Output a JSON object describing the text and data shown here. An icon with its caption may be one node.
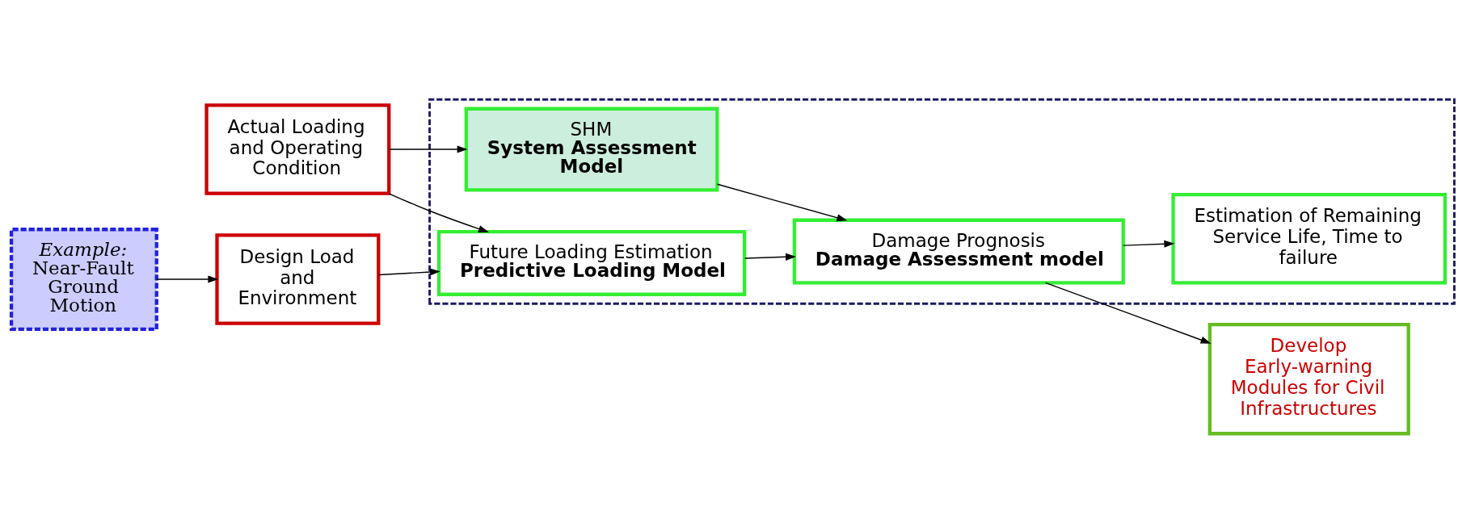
{
  "diagram": {
    "nodes": [
      {
        "text": [
          "Actual Loading and Operating Condition"
        ]
      },
      {
        "text": [],
        "shape": "box"
      },
      {
        "text": [
          "SHM",
          "System Assessment Model"
        ],
        "in": 1
      },
      {
        "text": [
          "Damage Prognosis",
          "Damage Assessment model"
        ],
        "in": 1
      },
      {
        "text": [
          "Develop Early-warning Modules for Civil Infrastructures"
        ]
      },
      {
        "text": [
          "Design Load and Environment"
        ]
      },
      {
        "text": [
          "Future Loading Estimation",
          "Predictive Loading Model"
        ],
        "in": 1
      },
      {
        "text": [
          "Estimation of Remaining Service Life, Time to failure"
        ],
        "in": 1
      },
      {
        "text": [
          "Example:",
          "Near-Fault Ground Motion"
        ]
      }
    ],
    "edges": [
      {
        "from": 0,
        "to": 2,
        "arrow": "to"
      },
      {
        "from": 0,
        "to": 6,
        "arrow": "to"
      },
      {
        "from": 5,
        "to": 6,
        "arrow": "to"
      },
      {
        "from": 8,
        "to": 5,
        "arrow": "to"
      },
      {
        "from": 2,
        "to": 3,
        "arrow": "to"
      },
      {
        "from": 6,
        "to": 3,
        "arrow": "to"
      },
      {
        "from": 3,
        "to": 4,
        "arrow": "to"
      },
      {
        "from": 3,
        "to": 7,
        "arrow": "to"
      }
    ]
  }
}
